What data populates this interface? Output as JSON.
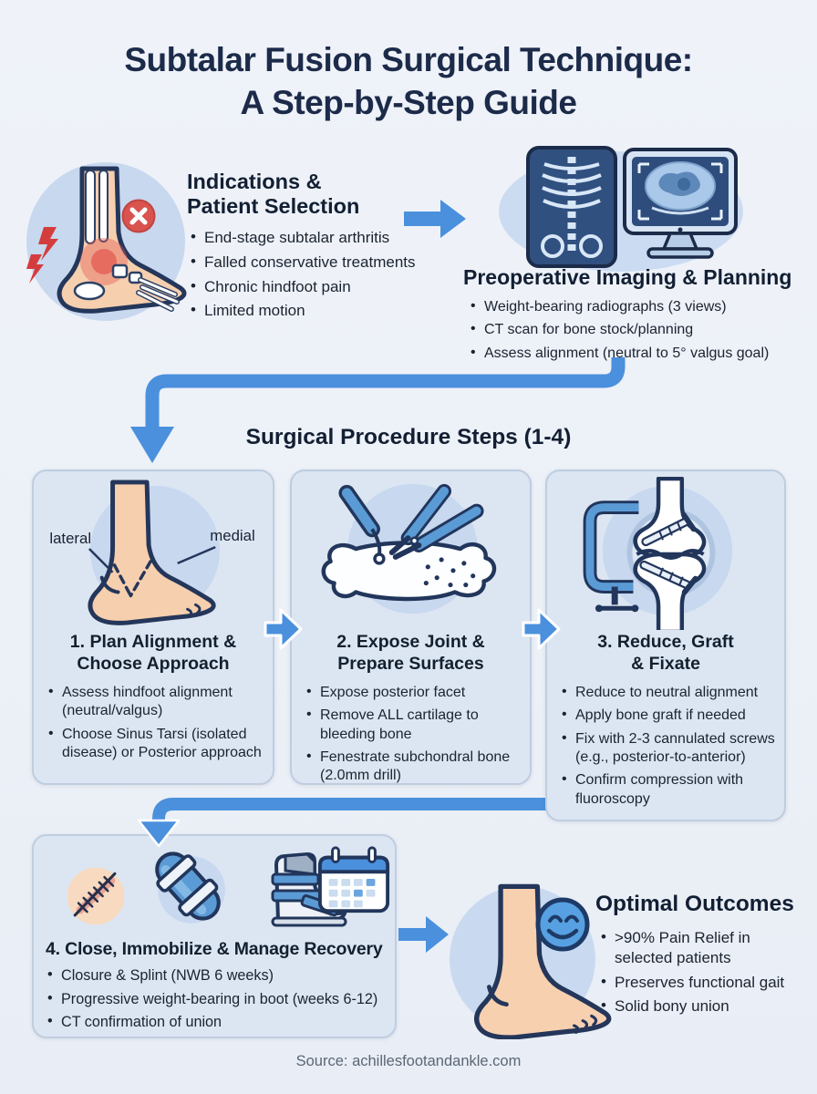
{
  "colors": {
    "accent": "#4a90dd",
    "ink": "#15223a",
    "text": "#1b2330",
    "cardBg": "#dce6f2",
    "cardBorder": "#bfcde0",
    "circleBg": "#c7d8ef",
    "pageBg": "#edf1f7",
    "red": "#d9534f",
    "muted": "#5b6675"
  },
  "title": {
    "line1": "Subtalar Fusion Surgical Technique:",
    "line2": "A Step-by-Step Guide"
  },
  "indications": {
    "icon": "arthritic-foot-icon",
    "heading_line1": "Indications &",
    "heading_line2": "Patient Selection",
    "bullets": [
      "End-stage subtalar arthritis",
      "Falled conservative treatments",
      "Chronic hindfoot pain",
      "Limited motion"
    ]
  },
  "imaging": {
    "icon": "xray-ct-monitor-icon",
    "heading": "Preoperative Imaging & Planning",
    "bullets": [
      "Weight-bearing radiographs (3 views)",
      "CT scan for bone stock/planning",
      "Assess alignment (neutral to 5° valgus goal)"
    ]
  },
  "procedure": {
    "heading": "Surgical Procedure Steps (1-4)"
  },
  "steps": [
    {
      "icon": "foot-approach-icon",
      "title_line1": "1. Plan Alignment &",
      "title_line2": "Choose Approach",
      "labels": {
        "lateral": "lateral",
        "medial": "medial"
      },
      "bullets": [
        "Assess hindfoot alignment (neutral/valgus)",
        "Choose Sinus Tarsi (isolated disease) or Posterior approach"
      ]
    },
    {
      "icon": "joint-prep-tools-icon",
      "title_line1": "2. Expose Joint &",
      "title_line2": "Prepare Surfaces",
      "bullets": [
        "Expose posterior facet",
        "Remove ALL cartilage to bleeding bone",
        "Fenestrate subchondral bone (2.0mm drill)"
      ]
    },
    {
      "icon": "clamp-fixation-icon",
      "title_line1": "3. Reduce, Graft",
      "title_line2": "& Fixate",
      "bullets": [
        "Reduce to neutral alignment",
        "Apply bone graft if needed",
        "Fix with 2-3 cannulated screws (e.g., posterior-to-anterior)",
        "Confirm compression with fluoroscopy"
      ]
    },
    {
      "icons": [
        "suture-scar-icon",
        "splint-icon",
        "walking-boot-icon",
        "calendar-icon"
      ],
      "title": "4. Close, Immobilize & Manage Recovery",
      "bullets": [
        "Closure & Splint (NWB 6 weeks)",
        "Progressive weight-bearing in boot (weeks 6-12)",
        "CT confirmation of union"
      ]
    }
  ],
  "outcomes": {
    "icon": "happy-foot-icon",
    "heading": "Optimal Outcomes",
    "bullets": [
      ">90% Pain Relief in selected patients",
      "Preserves functional gait",
      "Solid bony union"
    ]
  },
  "footer": {
    "source": "Source: achillesfootandankle.com"
  }
}
